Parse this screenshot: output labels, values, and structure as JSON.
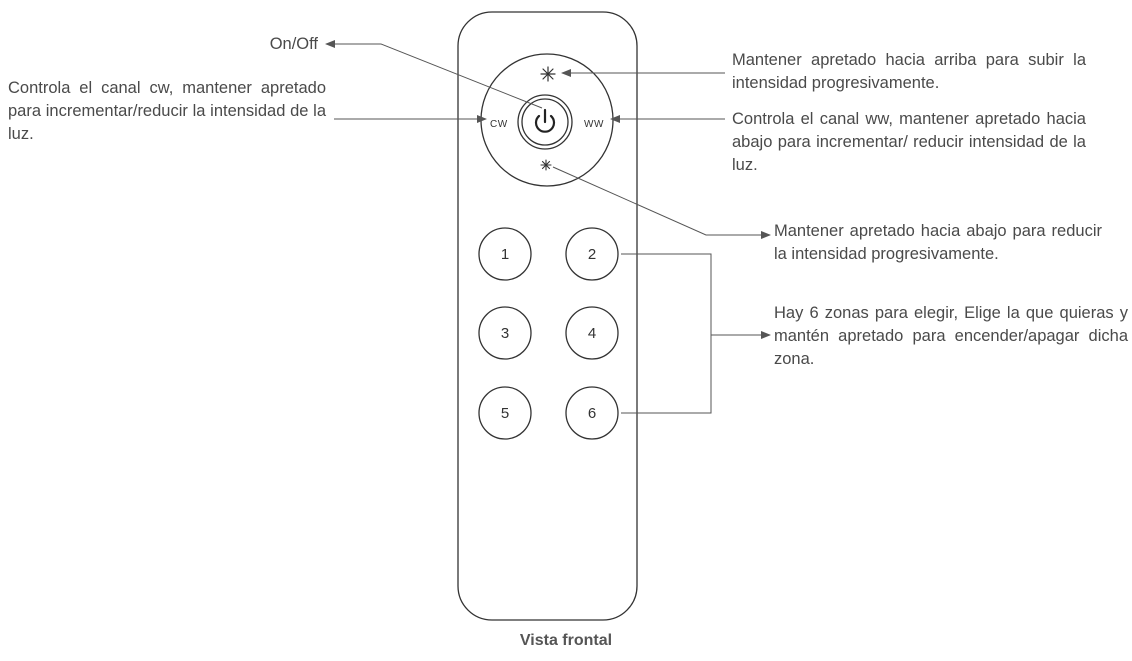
{
  "remote": {
    "power_label": "⏻",
    "cw_label": "CW",
    "ww_label": "WW",
    "bright_up_icon": "sun-large-icon",
    "bright_down_icon": "sun-small-icon",
    "zone_buttons": [
      "1",
      "2",
      "3",
      "4",
      "5",
      "6"
    ]
  },
  "annotations": {
    "on_off": "On/Off",
    "cw": "Controla el canal cw, mantener apretado para incrementar/reducir la intensidad de la luz.",
    "bright_up": "Mantener apretado hacia arriba para subir la intensidad progresivamente.",
    "ww": "Controla el canal ww, mantener apretado hacia abajo para incrementar/ reducir intensidad de la luz.",
    "bright_down": "Mantener apretado hacia abajo para reducir la intensidad progresivamente.",
    "zones": "Hay 6 zonas para elegir, Elige la que quieras y mantén apretado para encender/apagar dicha zona."
  },
  "caption": "Vista frontal",
  "colors": {
    "line": "#555555",
    "text": "#4a4a4a",
    "background": "#ffffff"
  }
}
